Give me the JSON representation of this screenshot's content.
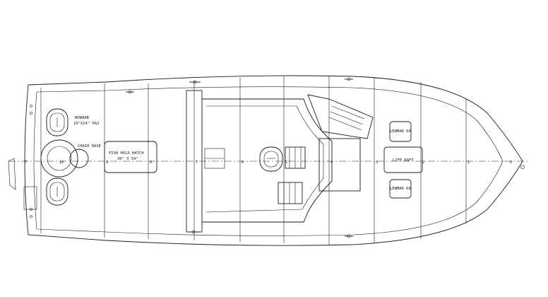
{
  "labels": {
    "bow_hatch": "BOWHAB",
    "bow_hatch_size": "19\"X24\" P&S",
    "chair_base": "CHAIR BASE",
    "fish_hold": "FISH HOLD HATCH",
    "fish_hold_size": "36\" X 54\"",
    "life_raft": "LIFE RAFT",
    "lewmar_upper": "LEWMAR 60",
    "lewmar_lower": "LEWMAR 60"
  },
  "stations": [
    "T",
    "10",
    "9",
    "8",
    "7",
    "6",
    "5",
    "4",
    "3",
    "2",
    "1",
    "0"
  ],
  "colors": {
    "line": "#1a1a1a",
    "background": "#ffffff"
  }
}
